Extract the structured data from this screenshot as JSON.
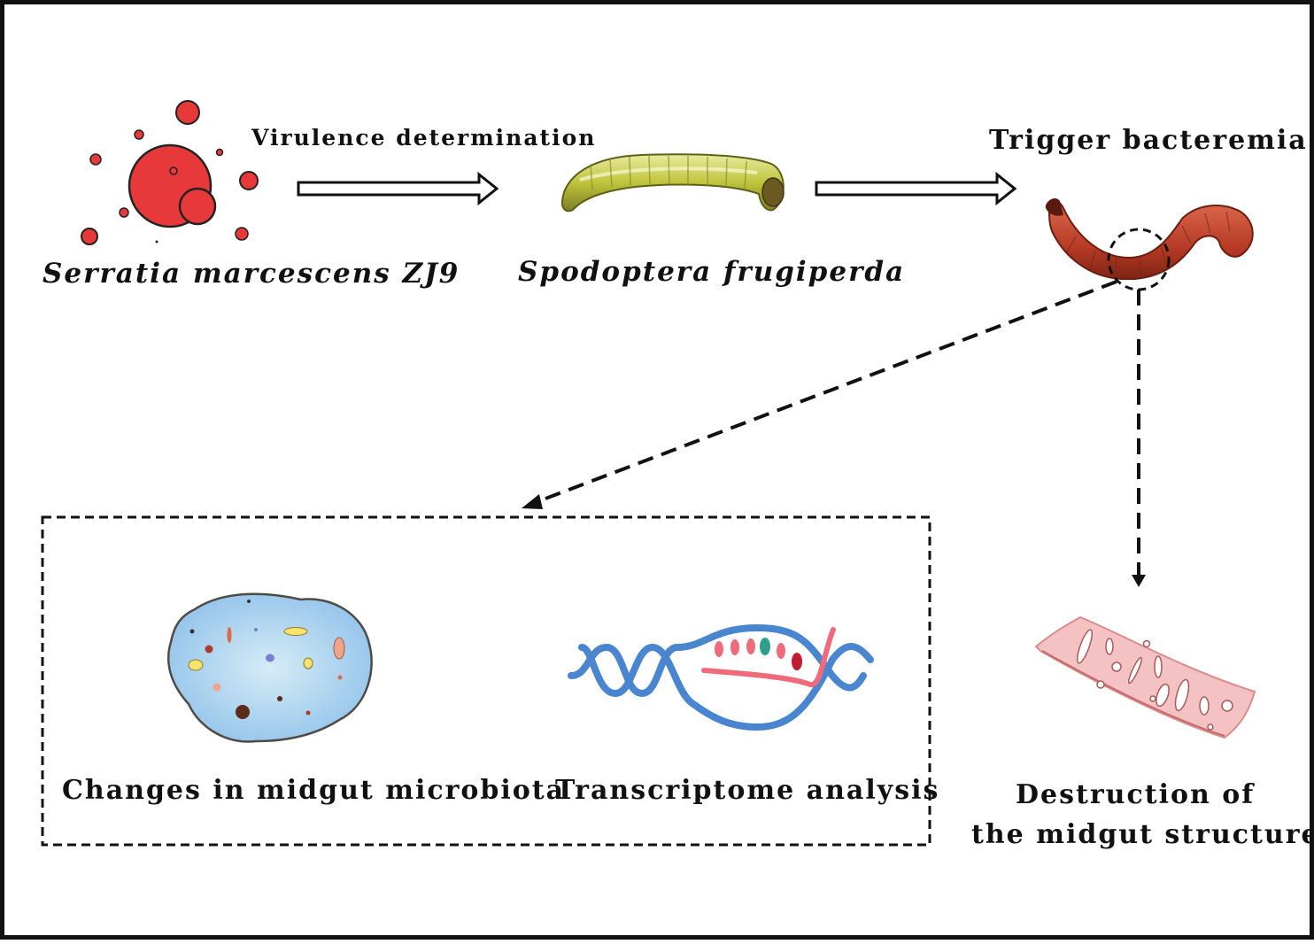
{
  "labels": {
    "virulence": "Virulence determination",
    "bacterium": "Serratia marcescens ZJ9",
    "host": "Spodoptera frugiperda",
    "bacteremia": "Trigger bacteremia",
    "microbiota": "Changes in midgut microbiota",
    "transcriptome": "Transcriptome analysis",
    "destruction_line1": "Destruction of",
    "destruction_line2": "the midgut structure"
  },
  "colors": {
    "bacteria_red": "#e8393a",
    "healthy_larva": "#c9cf4a",
    "infected_larva": "#c0432a",
    "cell_blue": "#a9d2ef",
    "dna_blue": "#4a86cf",
    "rna_pink": "#ef6b7c",
    "tissue_pink": "#f4c2c2",
    "line": "#111111"
  }
}
